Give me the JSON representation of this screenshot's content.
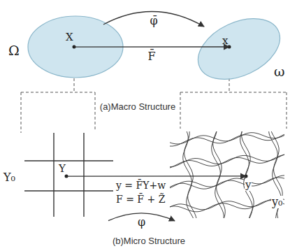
{
  "diagram": {
    "nodes": [
      {
        "text": [
          "Ω",
          "X"
        ]
      },
      {
        "text": [
          "ω",
          "x"
        ]
      },
      {
        "text": [
          "Y₀",
          "Y"
        ]
      },
      {
        "text": [
          "y₀",
          "y"
        ]
      }
    ],
    "edges": [
      {
        "from": 0,
        "to": 1,
        "label": "F̄",
        "arrow": "to"
      },
      {
        "from": 0,
        "to": 1,
        "label": "φ̄",
        "arrow": "to"
      },
      {
        "from": 2,
        "to": 3,
        "arrow": "to"
      },
      {
        "from": 2,
        "to": 3,
        "label": "φ",
        "arrow": "to"
      }
    ],
    "labels": [
      "(a)Macro Structure",
      "y = F̄Y+w",
      "F = F̄ + Z̃",
      "(b)Micro Structure"
    ]
  }
}
